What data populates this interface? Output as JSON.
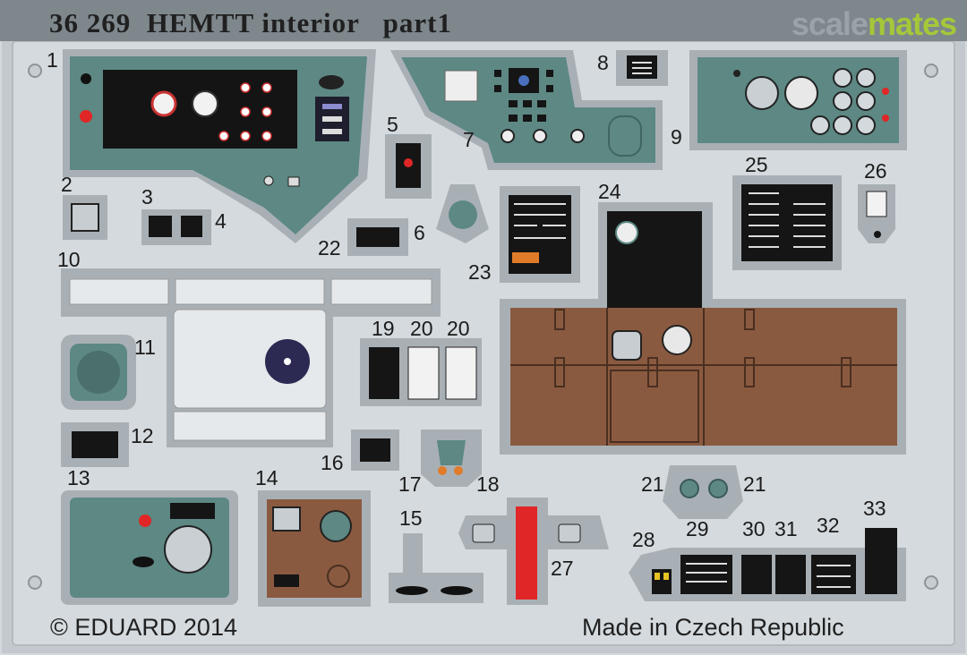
{
  "header": {
    "code": "36 269",
    "title": "HEMTT interior",
    "part": "part1"
  },
  "watermark": {
    "part1": "scale",
    "part2": "mates"
  },
  "footer": {
    "copyright": "© EDUARD 2014",
    "origin": "Made in Czech Republic"
  },
  "part_numbers": [
    "1",
    "2",
    "3",
    "4",
    "5",
    "6",
    "7",
    "8",
    "9",
    "10",
    "11",
    "12",
    "13",
    "14",
    "15",
    "16",
    "17",
    "18",
    "19",
    "20",
    "20",
    "21",
    "21",
    "22",
    "23",
    "24",
    "25",
    "26",
    "27",
    "28",
    "29",
    "30",
    "31",
    "32",
    "33"
  ],
  "colors": {
    "fret": "#d3d9dd",
    "border": "#a9b0b5",
    "panel_teal": "#5d8883",
    "wood_brown": "#8a5a40",
    "black": "#151515",
    "red": "#e02626",
    "orange": "#e07b2a"
  }
}
